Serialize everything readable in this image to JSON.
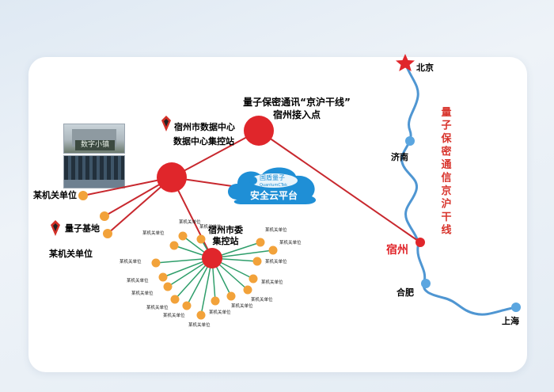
{
  "colors": {
    "red_node": "#e0262b",
    "orange_node": "#f2a23a",
    "green_spoke": "#2f9e6b",
    "blue_river": "#4f96d2",
    "blue_city": "#5ba6e0",
    "red_link": "#c8282e",
    "text_dark": "#1a1a1a",
    "vertical_title": "#d8342c"
  },
  "icons": {
    "logo": "quantum-logo-icon",
    "cloud": "cloud-icon",
    "star": "star-icon"
  },
  "nodes": {
    "beijing_access": {
      "label_line1": "量子保密通讯“京沪干线”",
      "label_line2": "宿州接入点"
    },
    "data_center": {
      "label_line1": "宿州市数据中心",
      "label_line2": "数据中心集控站"
    },
    "cloud": {
      "brand": "国盾量子",
      "brand_sub": "QuantumCTek",
      "label": "安全云平台"
    },
    "unit_left_top": {
      "label": "某机关单位"
    },
    "quantum_base": {
      "label": "量子基地"
    },
    "unit_left_bottom": {
      "label": "某机关单位"
    },
    "municipal": {
      "label_line1": "宿州市委",
      "label_line2": "集控站"
    },
    "spoke_unit_label": "某机关单位"
  },
  "photo_sign": "数字小镇",
  "route": {
    "title_vertical": "量子保密通信京沪干线",
    "cities": {
      "beijing": "北京",
      "jinan": "济南",
      "suzhou": "宿州",
      "hefei": "合肥",
      "shanghai": "上海"
    }
  }
}
